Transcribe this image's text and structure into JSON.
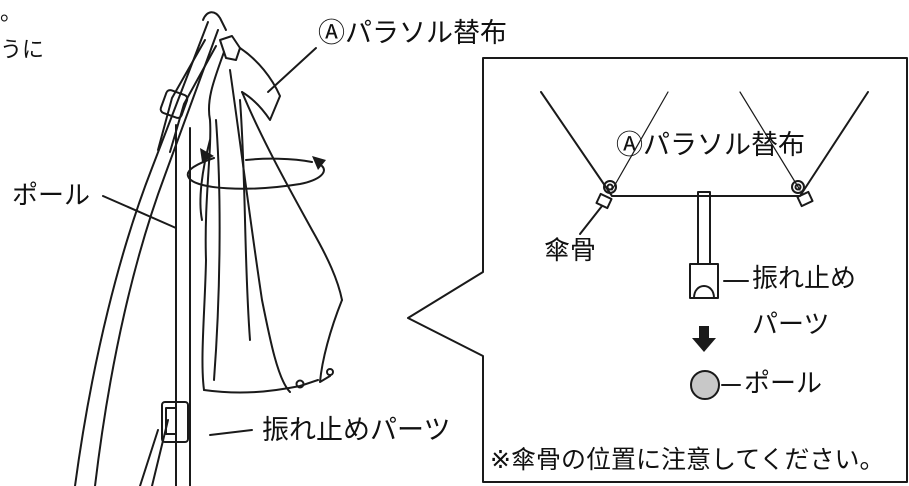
{
  "header_fragments": {
    "line1": "。",
    "line2": "うに"
  },
  "main_labels": {
    "canopy": "Ⓐパラソル替布",
    "pole": "ポール",
    "stopper": "振れ止めパーツ"
  },
  "detail_box": {
    "canopy": "Ⓐパラソル替布",
    "rib": "傘骨",
    "stopper_line1": "振れ止め",
    "stopper_line2": "パーツ",
    "pole": "ポール",
    "note": "※傘骨の位置に注意してください。"
  },
  "colors": {
    "line": "#1a1a1a",
    "pole_cap_fill": "#c8c8c8",
    "background": "#ffffff"
  }
}
